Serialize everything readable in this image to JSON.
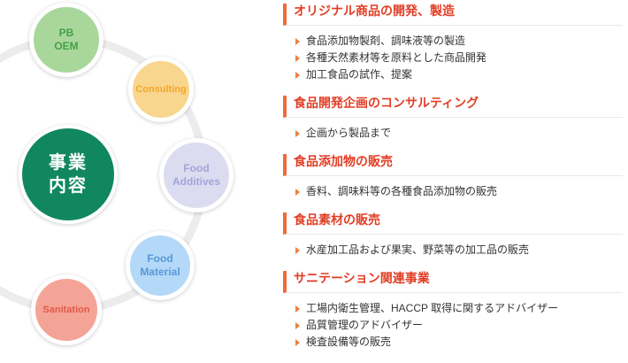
{
  "diagram": {
    "ring_color": "#ececec",
    "center": {
      "line1": "事業",
      "line2": "内容",
      "bg": "#11875f",
      "text_color": "#ffffff"
    },
    "nodes": [
      {
        "id": "pb-oem",
        "line1": "PB",
        "line2": "OEM",
        "bg": "#a9d79b",
        "text_color": "#46a046"
      },
      {
        "id": "consulting",
        "line1": "Consulting",
        "bg": "#f8d68d",
        "text_color": "#f5a42a"
      },
      {
        "id": "food-additives",
        "line1": "Food",
        "line2": "Additives",
        "bg": "#dcdcf0",
        "text_color": "#a3a3da"
      },
      {
        "id": "food-material",
        "line1": "Food",
        "line2": "Material",
        "bg": "#b4d8f8",
        "text_color": "#5898d8"
      },
      {
        "id": "sanitation",
        "line1": "Sanitation",
        "bg": "#f4a496",
        "text_color": "#e05a48"
      }
    ]
  },
  "content": {
    "heading_color": "#e23d25",
    "accent_color": "#f26a3a",
    "bullet_color": "#ef7f3a",
    "sections": [
      {
        "title": "オリジナル商品の開発、製造",
        "items": [
          "食品添加物製剤、調味液等の製造",
          "各種天然素材等を原料とした商品開発",
          "加工食品の試作、提案"
        ]
      },
      {
        "title": "食品開発企画のコンサルティング",
        "items": [
          "企画から製品まで"
        ]
      },
      {
        "title": "食品添加物の販売",
        "items": [
          "香料、調味料等の各種食品添加物の販売"
        ]
      },
      {
        "title": "食品素材の販売",
        "items": [
          "水産加工品および果実、野菜等の加工品の販売"
        ]
      },
      {
        "title": "サニテーション関連事業",
        "items": [
          "工場内衛生管理、HACCP 取得に関するアドバイザー",
          "品質管理のアドバイザー",
          "検査設備等の販売"
        ]
      }
    ]
  }
}
